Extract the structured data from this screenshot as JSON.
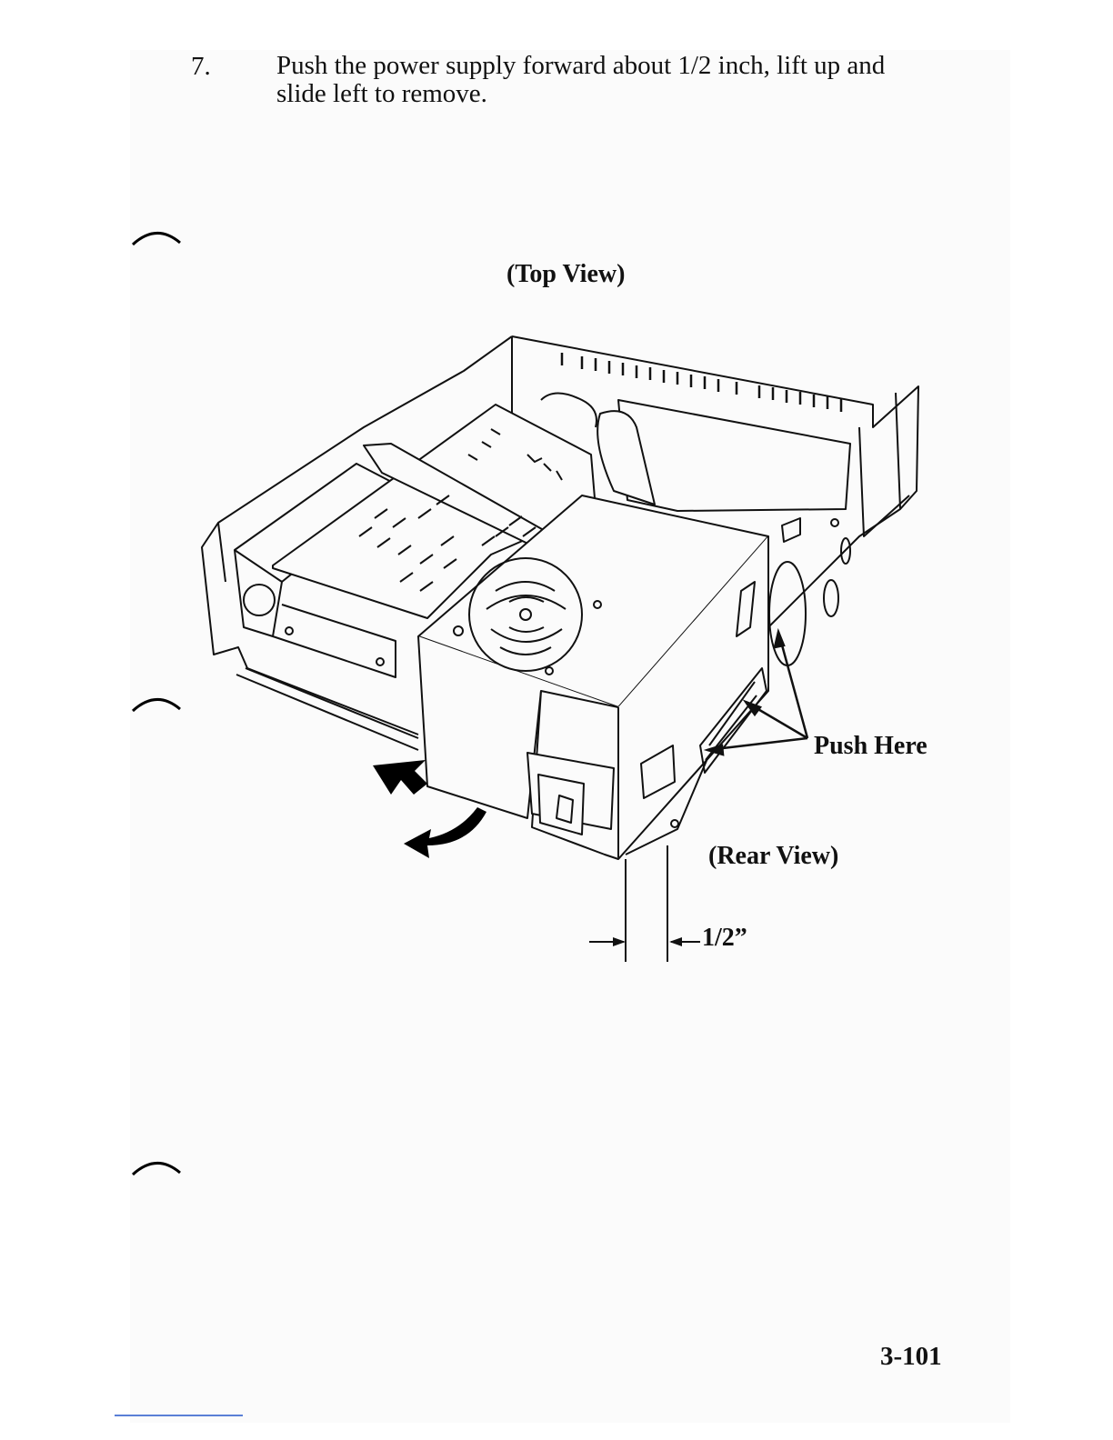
{
  "step": {
    "number": "7.",
    "text": "Push the power supply forward about 1/2 inch, lift up and\nslide left to remove."
  },
  "figure": {
    "top_view_label": "(Top View)",
    "rear_view_label": "(Rear View)",
    "push_label": "Push Here",
    "dimension_label": "1/2”"
  },
  "page_number": "3-101"
}
